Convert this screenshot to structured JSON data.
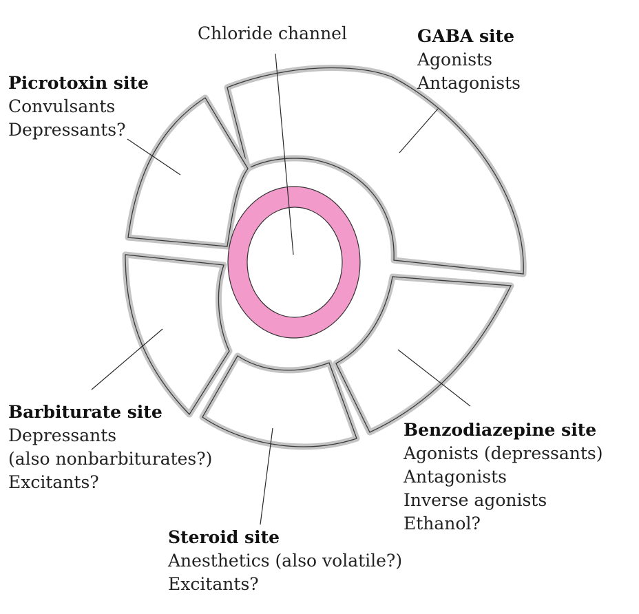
{
  "colors": {
    "pore_ring": "#f29bcb",
    "subunit_fill": "#ffffff",
    "subunit_edge": "#c4c4c4",
    "outline": "#3a3a3a",
    "text": "#222222"
  },
  "channel": {
    "label": "Chloride channel"
  },
  "sites": {
    "gaba": {
      "title": "GABA site",
      "lines": [
        "Agonists",
        "Antagonists"
      ]
    },
    "picrotoxin": {
      "title": "Picrotoxin site",
      "lines": [
        "Convulsants",
        "Depressants?"
      ]
    },
    "barbiturate": {
      "title": "Barbiturate site",
      "lines": [
        "Depressants",
        "(also nonbarbiturates?)",
        "Excitants?"
      ]
    },
    "benzodiazepine": {
      "title": "Benzodiazepine site",
      "lines": [
        "Agonists (depressants)",
        "Antagonists",
        "Inverse agonists",
        "Ethanol?"
      ]
    },
    "steroid": {
      "title": "Steroid site",
      "lines": [
        "Anesthetics (also volatile?)",
        "Excitants?"
      ]
    }
  }
}
